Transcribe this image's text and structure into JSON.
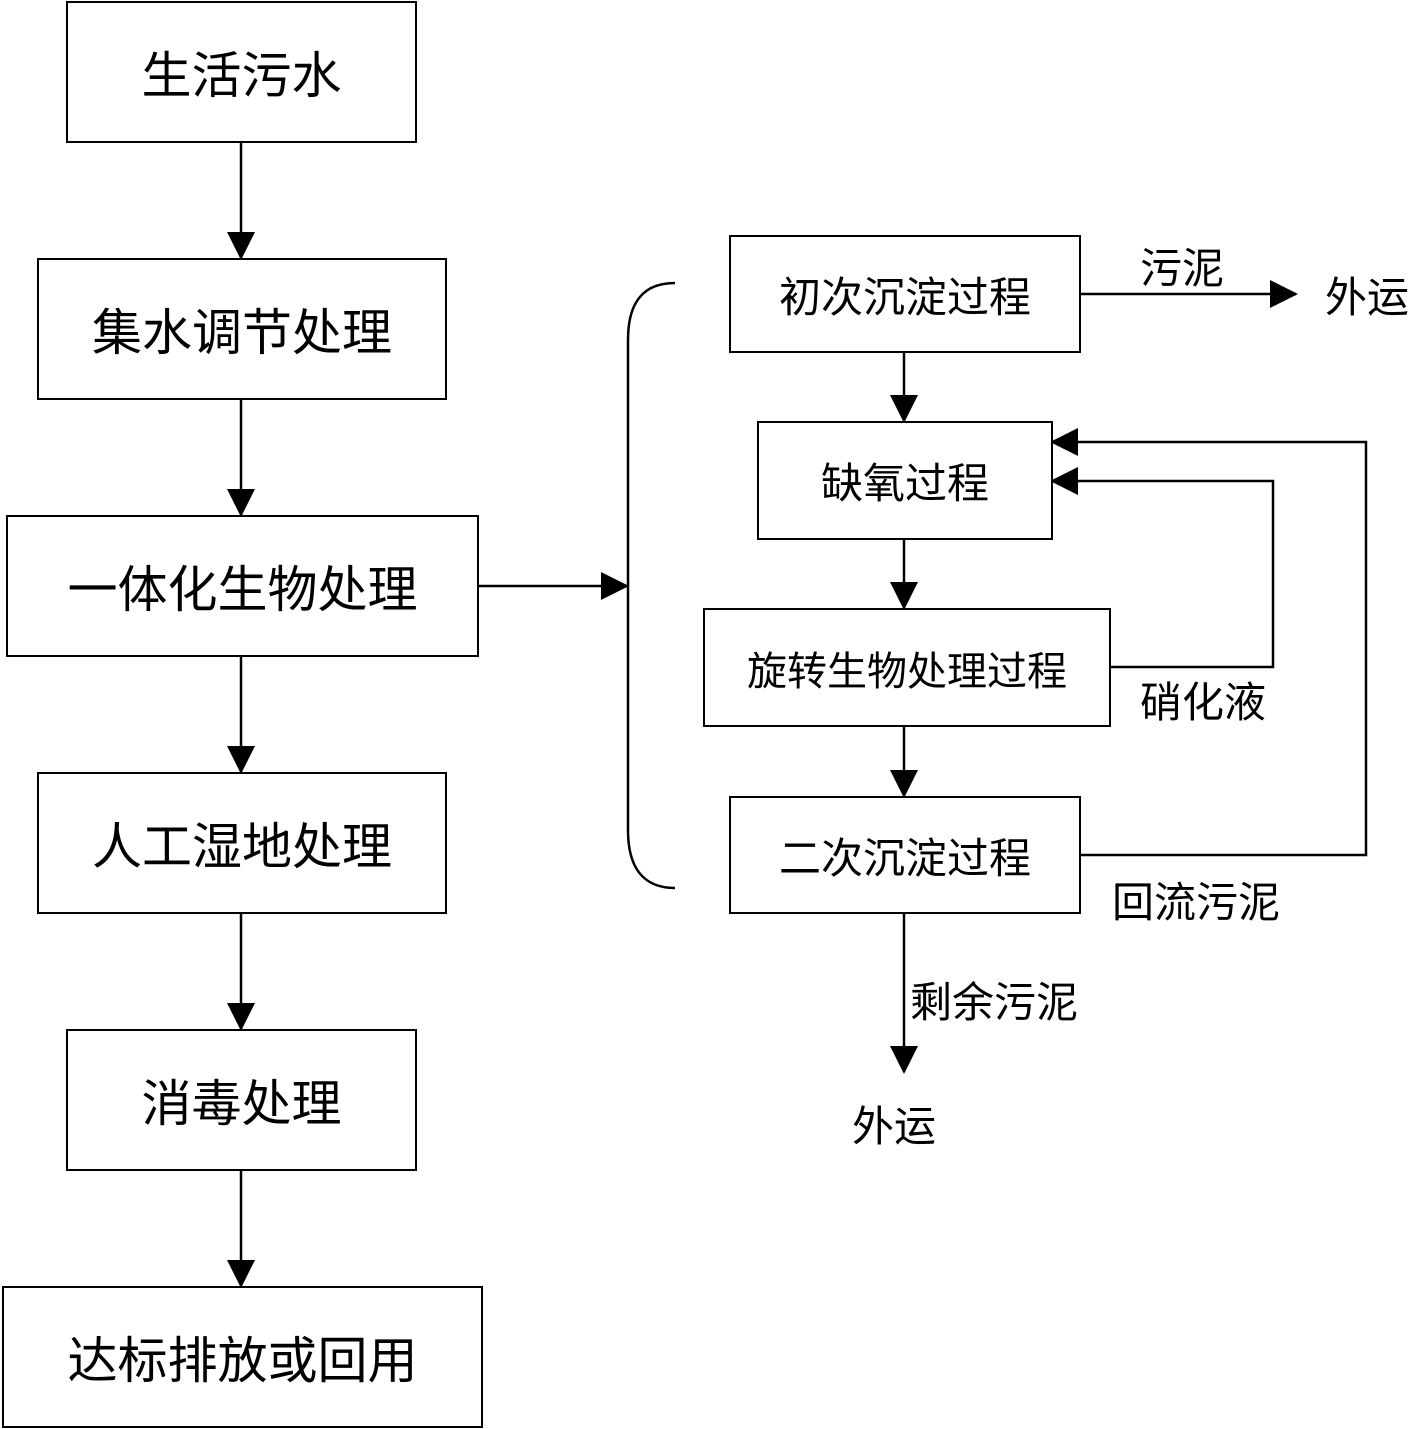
{
  "main_flow": [
    {
      "id": "domestic-sewage",
      "label": "生活污水"
    },
    {
      "id": "collection-regulation",
      "label": "集水调节处理"
    },
    {
      "id": "integrated-bio",
      "label": "一体化生物处理"
    },
    {
      "id": "constructed-wetland",
      "label": "人工湿地处理"
    },
    {
      "id": "disinfection",
      "label": "消毒处理"
    },
    {
      "id": "discharge-reuse",
      "label": "达标排放或回用"
    }
  ],
  "sub_process": [
    {
      "id": "primary-sedimentation",
      "label": "初次沉淀过程"
    },
    {
      "id": "anoxic",
      "label": "缺氧过程"
    },
    {
      "id": "rotating-bio",
      "label": "旋转生物处理过程"
    },
    {
      "id": "secondary-sedimentation",
      "label": "二次沉淀过程"
    }
  ],
  "annotations": {
    "sludge": "污泥",
    "transport_out_top": "外运",
    "nitrified_liquid": "硝化液",
    "return_sludge": "回流污泥",
    "excess_sludge": "剩余污泥",
    "transport_out_bottom": "外运"
  },
  "colors": {
    "line": "#000000",
    "background": "#ffffff"
  }
}
